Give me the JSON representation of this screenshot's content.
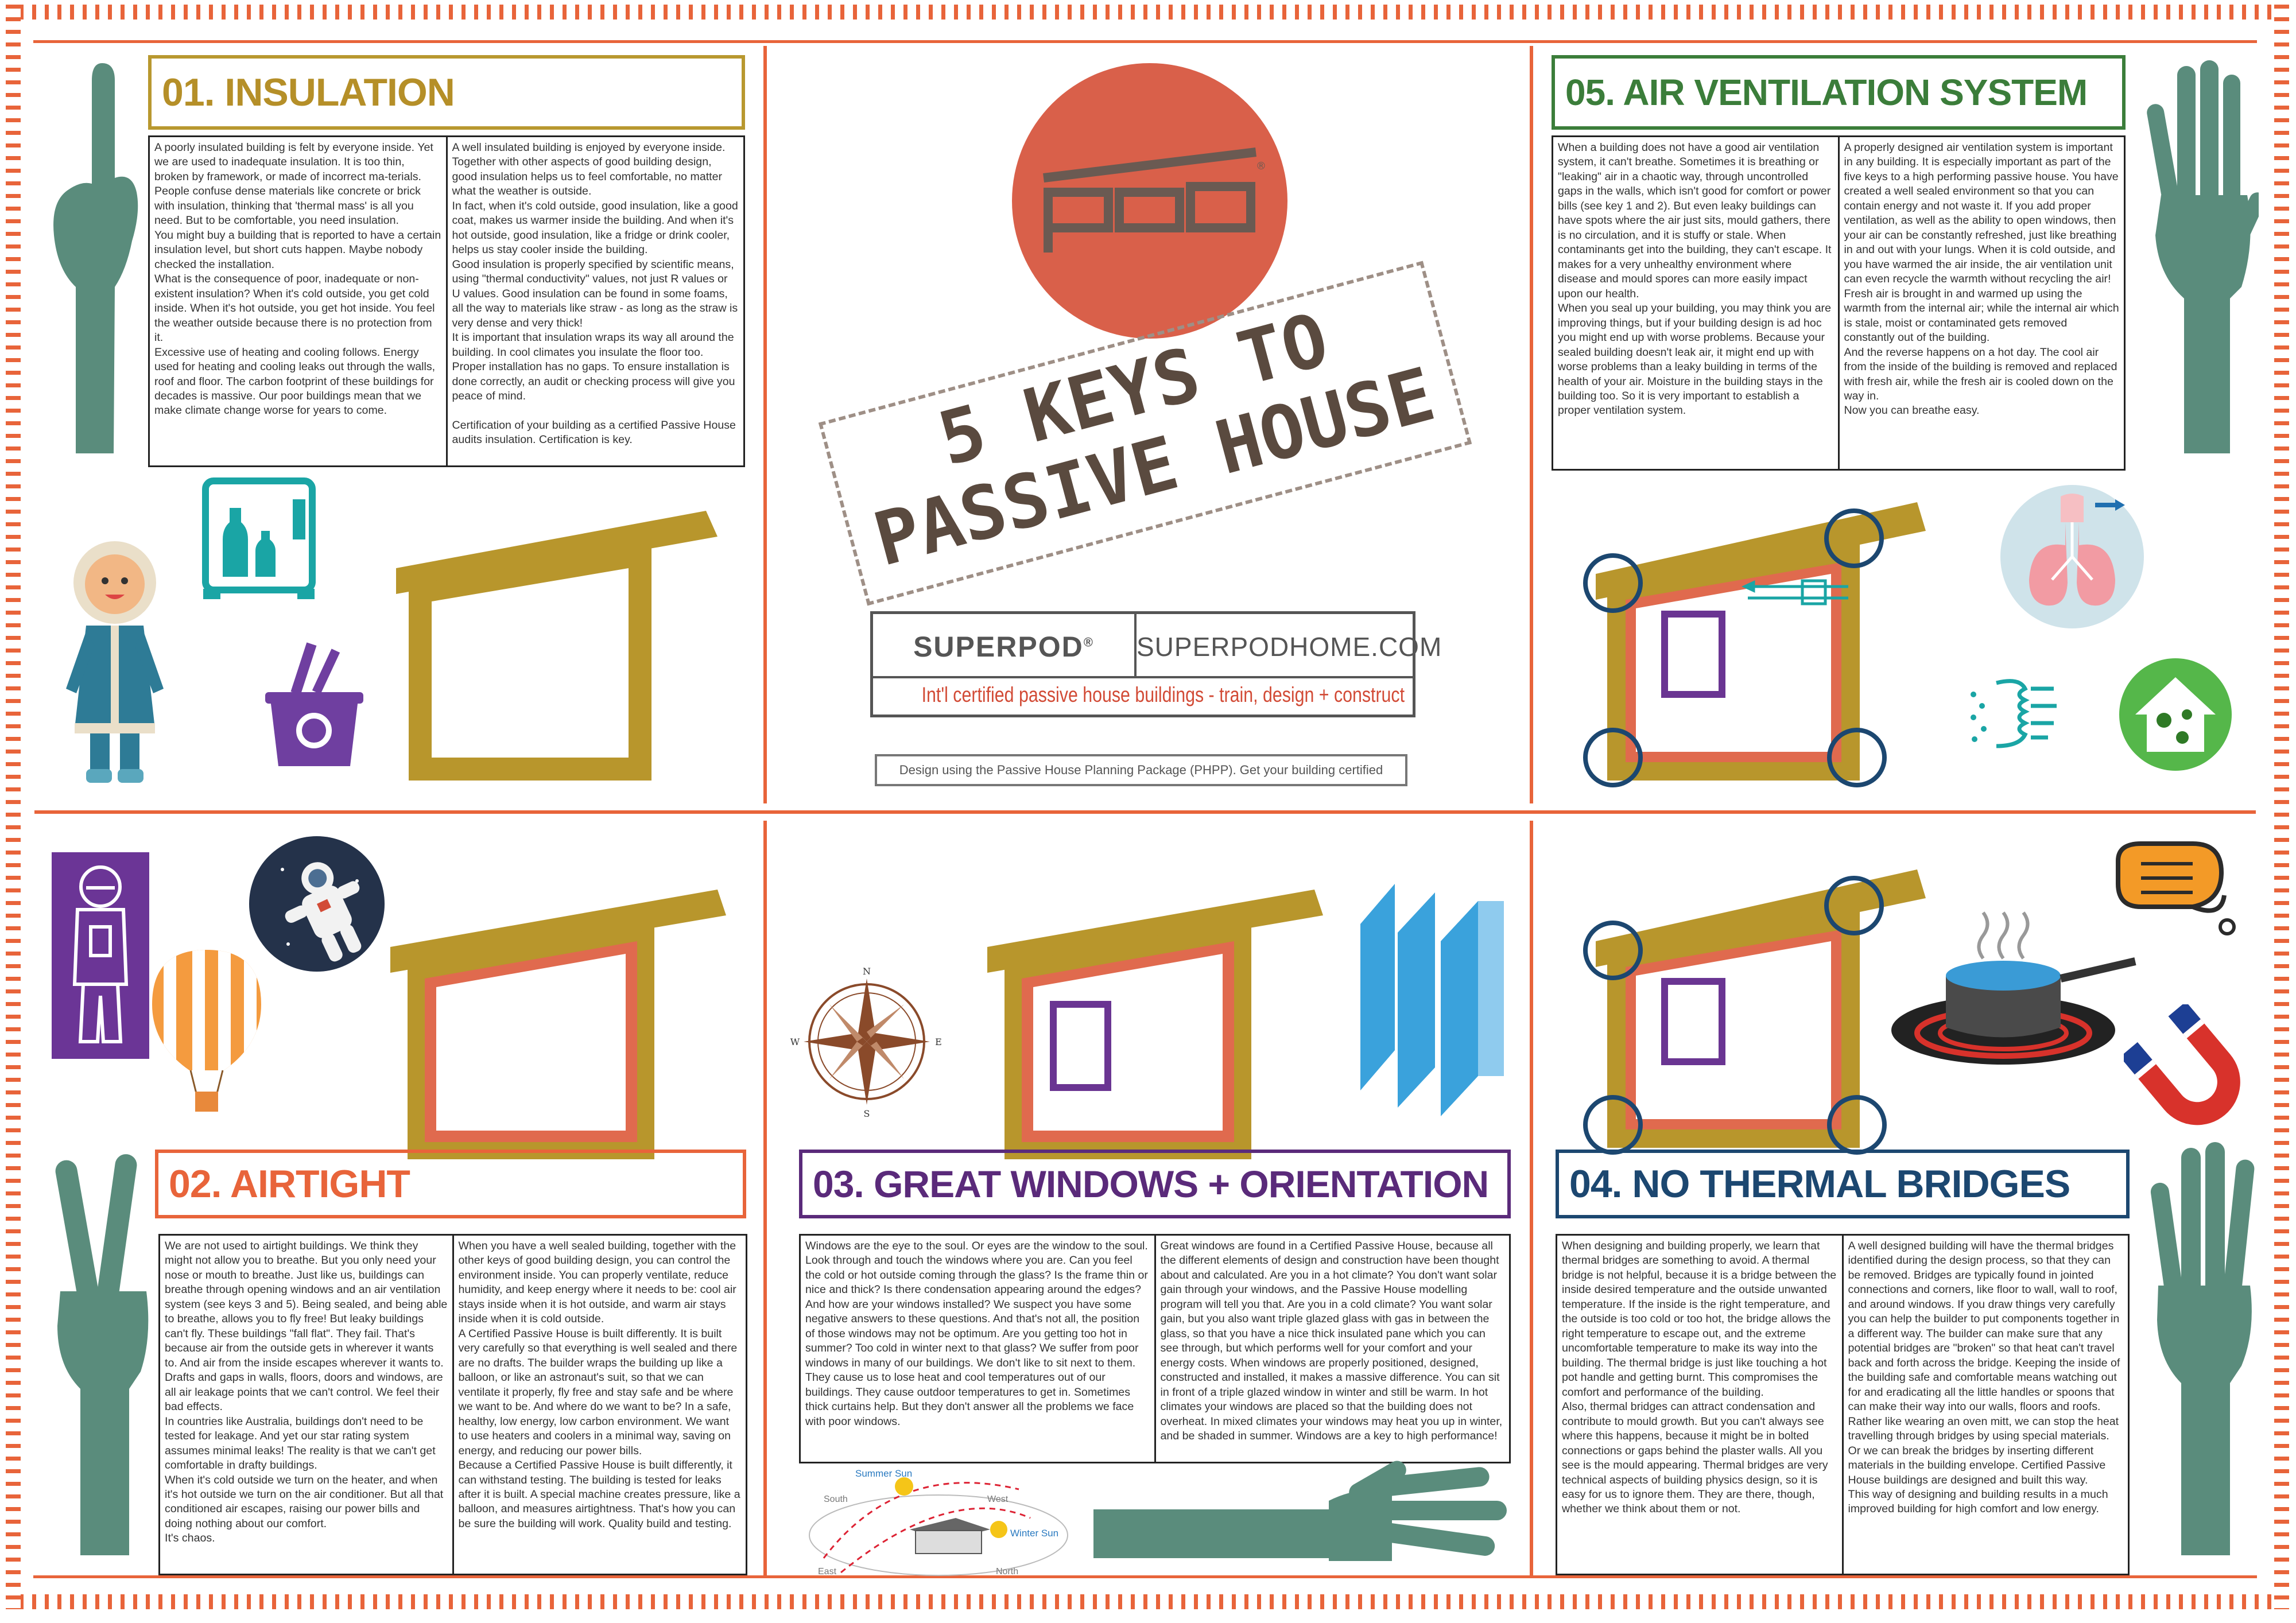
{
  "center": {
    "logo_text": "pod",
    "stamp_line1": "5 KEYS TO",
    "stamp_line2": "PASSIVE HOUSE",
    "brand_name": "SUPERPOD",
    "brand_mark": "®",
    "brand_url": "SUPERPODHOME.COM",
    "brand_tagline": "Int'l certified passive house buildings - train, design + construct",
    "note": "Design using the Passive House Planning Package (PHPP). Get your building certified"
  },
  "sections": {
    "insulation": {
      "title": "01. INSULATION",
      "col1": "A poorly insulated building is felt by everyone inside. Yet we are used to inadequate insulation. It is too thin, broken by framework, or made of incorrect ma-terials. People confuse dense materials like concrete or brick with insulation, thinking that 'thermal mass' is all you need. But to be comfortable, you need insulation.\nYou might buy a building that is reported to have a certain insulation level, but short cuts happen. Maybe nobody checked the installation.\nWhat is the consequence of poor, inadequate or non-existent insulation? When it's cold outside, you get cold inside. When it's hot outside, you get hot inside. You feel the weather outside because there is no protection from it.\nExcessive use of heating and cooling follows. Energy used for heating and cooling leaks out through the walls, roof and floor. The carbon footprint of these buildings for decades is massive. Our poor buildings mean that we make climate change worse for years to come.",
      "col2": "A well insulated building is enjoyed by everyone inside. Together with other aspects of good building design, good insulation helps us to feel comfortable, no matter what the weather is outside.\nIn fact, when it's cold outside, good insulation, like a good coat, makes us warmer inside the building. And when it's hot outside, good insulation, like a fridge or drink cooler, helps us stay cooler inside the building.\nGood insulation is properly specified by scientific means, using \"thermal conductivity\" values, not just R values or U values. Good insulation can be found in some foams, all the way to materials like straw - as long as the straw is very dense and very thick!\nIt is important that insulation wraps its way all around the building. In cool climates you insulate the floor too. Proper installation has no gaps. To ensure installation is done correctly, an audit or checking process will give you peace of mind.\n\nCertification of your building as a certified Passive House audits insulation. Certification is key."
    },
    "ventilation": {
      "title": "05. AIR VENTILATION SYSTEM",
      "col1": "When a building does not have a good air ventilation system, it can't breathe. Sometimes it is breathing or \"leaking\" air in a chaotic way, through uncontrolled gaps in the walls, which isn't good for comfort or power bills (see key 1 and 2). But even leaky buildings can have spots where the air just sits, mould gathers, there is no circulation, and it is stuffy or stale. When contaminants get into the building, they can't escape. It makes for a very unhealthy environment where disease and mould spores can more easily impact upon our health.\nWhen you seal up your building, you may think you are improving things, but if your building design is ad hoc you might end up with worse problems. Because your sealed building doesn't leak air, it might end up with worse problems than a leaky building in terms of the health of your air. Moisture in the building stays in the building too. So it is very important to establish a proper ventilation system.",
      "col2": "A properly designed air ventilation system is important in any building. It is especially important as part of the five keys to a high performing passive house. You have created a well sealed environment so that you can contain energy and not waste it. If you add proper ventilation, as well as the ability to open windows, then your air can be constantly refreshed, just like breathing in and out with your lungs. When it is cold outside, and you have warmed the air inside, the air ventilation unit can even recycle the warmth without recycling the air! Fresh air is brought in and warmed up using the warmth from the internal air; while the internal air which is stale, moist or contaminated gets removed constantly out of the building.\nAnd the reverse happens on a hot day. The cool air from the inside of the building is removed and replaced with fresh air, while the fresh air is cooled down on the way in.\nNow you can breathe easy."
    },
    "airtight": {
      "title": "02. AIRTIGHT",
      "col1": "We are not used to airtight buildings. We think they might not allow you to breathe. But you only need your nose or mouth to breathe. Just like us, buildings can breathe through opening windows and an air ventilation system (see keys 3 and 5). Being sealed, and being able to breathe, allows you to fly free! But leaky buildings can't fly. These buildings \"fall flat\". They fail. That's because air from the outside gets in wherever it wants to. And air from the inside escapes wherever it wants to. Drafts and gaps in walls, floors, doors and windows, are all air leakage points that we can't control. We feel their bad effects.\nIn countries like Australia, buildings don't need to be tested for leakage. And yet our star rating system assumes minimal leaks! The reality is that we can't get comfortable in drafty buildings.\nWhen it's cold outside we turn on the heater, and when it's hot outside we turn on the air conditioner. But all that conditioned air escapes, raising our power bills and doing nothing about our comfort.\nIt's chaos.",
      "col2": "When you have a well sealed building, together with the other keys of good building design, you can control the environment inside. You can properly ventilate, reduce humidity, and keep energy where it needs to be: cool air stays inside when it is hot outside, and warm air stays inside when it is cold outside.\nA Certified Passive House is built differently. It is built very carefully so that everything is well sealed and there are no drafts. The builder wraps the building up like a balloon, or like an astronaut's suit, so that we can ventilate it properly, fly free and stay safe and be where we want to be. And where do we want to be? In a safe, healthy, low energy, low carbon environment. We want to use heaters and coolers in a minimal way, saving on energy, and reducing our power bills.\nBecause a Certified Passive House is built differently, it can withstand testing. The building is tested for leaks after it is built. A special machine creates pressure, like a balloon, and measures airtightness. That's how you can be sure the building will work. Quality build and testing."
    },
    "windows": {
      "title": "03. GREAT WINDOWS + ORIENTATION",
      "col1": "Windows are the eye to the soul. Or eyes are the window to the soul. Look through and touch the windows where you are. Can you feel the cold or hot outside coming through the glass? Is the frame thin or nice and thick? Is there condensation appearing around the edges?\nAnd how are your windows installed? We suspect you have some negative answers to these questions. And that's not all, the position of those windows may not be optimum. Are you getting too hot in summer? Too cold in winter next to that glass? We suffer from poor windows in many of our buildings. We don't like to sit next to them. They cause us to lose heat and cool temperatures out of our buildings. They cause outdoor temperatures to get in. Sometimes thick curtains help. But they don't answer all the problems we face with poor windows.",
      "col2": "Great windows are found in a Certified Passive House, because all the different elements of design and construction have been thought about and calculated. Are you in a hot climate? You don't want solar gain through your windows, and the Passive House modelling program will tell you that. Are you in a cold climate? You want solar gain, but you also want triple glazed glass with gas in between the glass, so that you have a nice thick insulated pane which you can see through, but which performs well for your comfort and your energy costs. When windows are properly positioned, designed, constructed and installed, it makes a massive difference. You can sit in front of a triple glazed window in winter and still be warm. In hot climates your windows are placed so that the building does not overheat. In mixed climates your windows may heat you up in winter, and be shaded in summer. Windows are a key to high performance!",
      "sun_summer": "Summer Sun",
      "sun_winter": "Winter Sun",
      "dir_south": "South",
      "dir_west": "West",
      "dir_east": "East",
      "dir_north": "North",
      "compass_n": "N",
      "compass_e": "E",
      "compass_s": "S",
      "compass_w": "W"
    },
    "thermal": {
      "title": "04. NO THERMAL BRIDGES",
      "col1": "When designing and building properly, we learn that thermal bridges are something to avoid. A thermal bridge is not helpful, because it is a bridge between the inside desired temperature and the outside unwanted temperature. If the inside is the right temperature, and the outside is too cold or too hot, the bridge allows the right temperature to escape out, and the extreme uncomfortable temperature to make its way into the building. The thermal bridge is just like touching a hot pot handle and getting burnt. This compromises the comfort and performance of the building.\nAlso, thermal bridges can attract condensation and contribute to mould growth. But you can't always see where this happens, because it might be in bolted connections or gaps behind the plaster walls. All you see is the mould appearing. Thermal bridges are very technical aspects of building physics design, so it is easy for us to ignore them. They are there, though, whether we think about them or not.",
      "col2": "A well designed building will have the thermal bridges identified during the design process, so that they can be removed. Bridges are typically found in jointed connections and corners, like floor to wall, wall to roof, and around windows. If you draw things very carefully you can help the builder to put components together in a different way. The builder can make sure that any potential bridges are \"broken\" so that heat can't travel back and forth across the bridge. Keeping the inside of the building safe and comfortable means watching out for and eradicating all the little handles or spoons that can make their way into our walls, floors and roofs.\nRather like wearing an oven mitt, we can stop the heat travelling through bridges by using special materials. Or we can break the bridges by inserting different materials in the building envelope. Certified Passive House buildings are designed and built this way.\nThis way of designing and building results in a much improved building for high comfort and low energy."
    }
  },
  "icons": [
    "hand-one-finger-icon",
    "hand-five-fingers-icon",
    "hand-two-fingers-icon",
    "hand-four-fingers-icon",
    "hand-three-fingers-icon",
    "fridge-icon",
    "inuit-child-icon",
    "ice-bucket-icon",
    "astronaut-icon",
    "astronaut-badge-icon",
    "hot-air-balloon-icon",
    "compass-rose-icon",
    "glass-panes-icon",
    "lungs-icon",
    "air-filter-icon",
    "germ-house-icon",
    "oven-mitt-icon",
    "pot-on-stove-icon",
    "magnet-icon",
    "sun-path-icon"
  ],
  "colors": {
    "frame_orange": "#e8643a",
    "logo_red": "#d9604a",
    "insulation_gold": "#b8982f",
    "insulation_title_text": "#b58f28",
    "ventilation_green": "#3b7d3a",
    "airtight_orange": "#e8643a",
    "windows_purple": "#5a2a7a",
    "thermal_blue": "#1c4770",
    "hand_green": "#5a8c7c",
    "house_fill": "#b8962c",
    "house_inner": "#e06a4e",
    "window_purple": "#6a3592"
  }
}
